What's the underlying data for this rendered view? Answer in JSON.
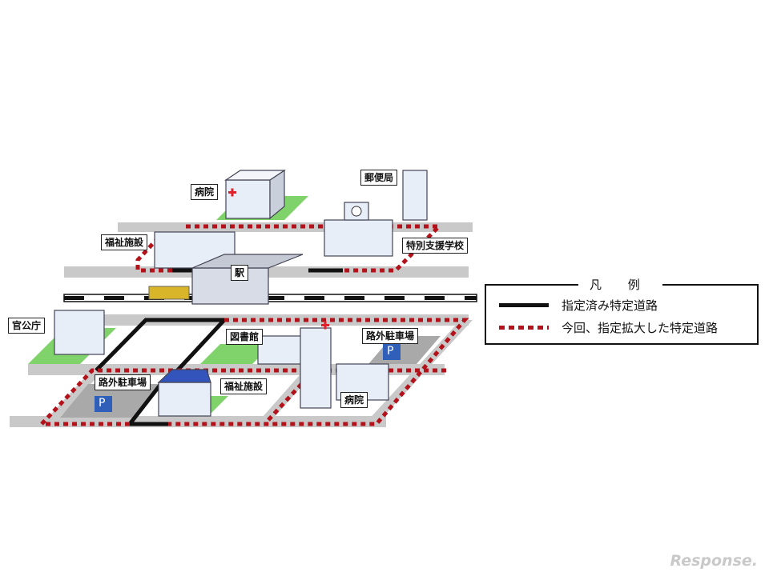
{
  "labels": {
    "hospital_top": "病院",
    "post_office": "郵便局",
    "welfare_top": "福祉施設",
    "special_school": "特別支援学校",
    "station": "駅",
    "government": "官公庁",
    "library": "図書館",
    "parking_right": "路外駐車場",
    "parking_left": "路外駐車場",
    "welfare_bottom": "福祉施設",
    "hospital_bottom": "病院",
    "parking_sign": "P"
  },
  "legend": {
    "title": "凡 例",
    "items": [
      {
        "label": "指定済み特定道路",
        "color": "#111111",
        "style": "solid"
      },
      {
        "label": "今回、指定拡大した特定道路",
        "color": "#b3121b",
        "style": "dotted"
      }
    ]
  },
  "watermark": "Response.",
  "colors": {
    "road": "#c8c8c8",
    "grass": "#7fd36a",
    "building": "#e8eef8",
    "designated": "#111111",
    "expanded": "#b3121b",
    "parking_sign": "#2f5fb8",
    "blue_roof": "#3355bb"
  }
}
